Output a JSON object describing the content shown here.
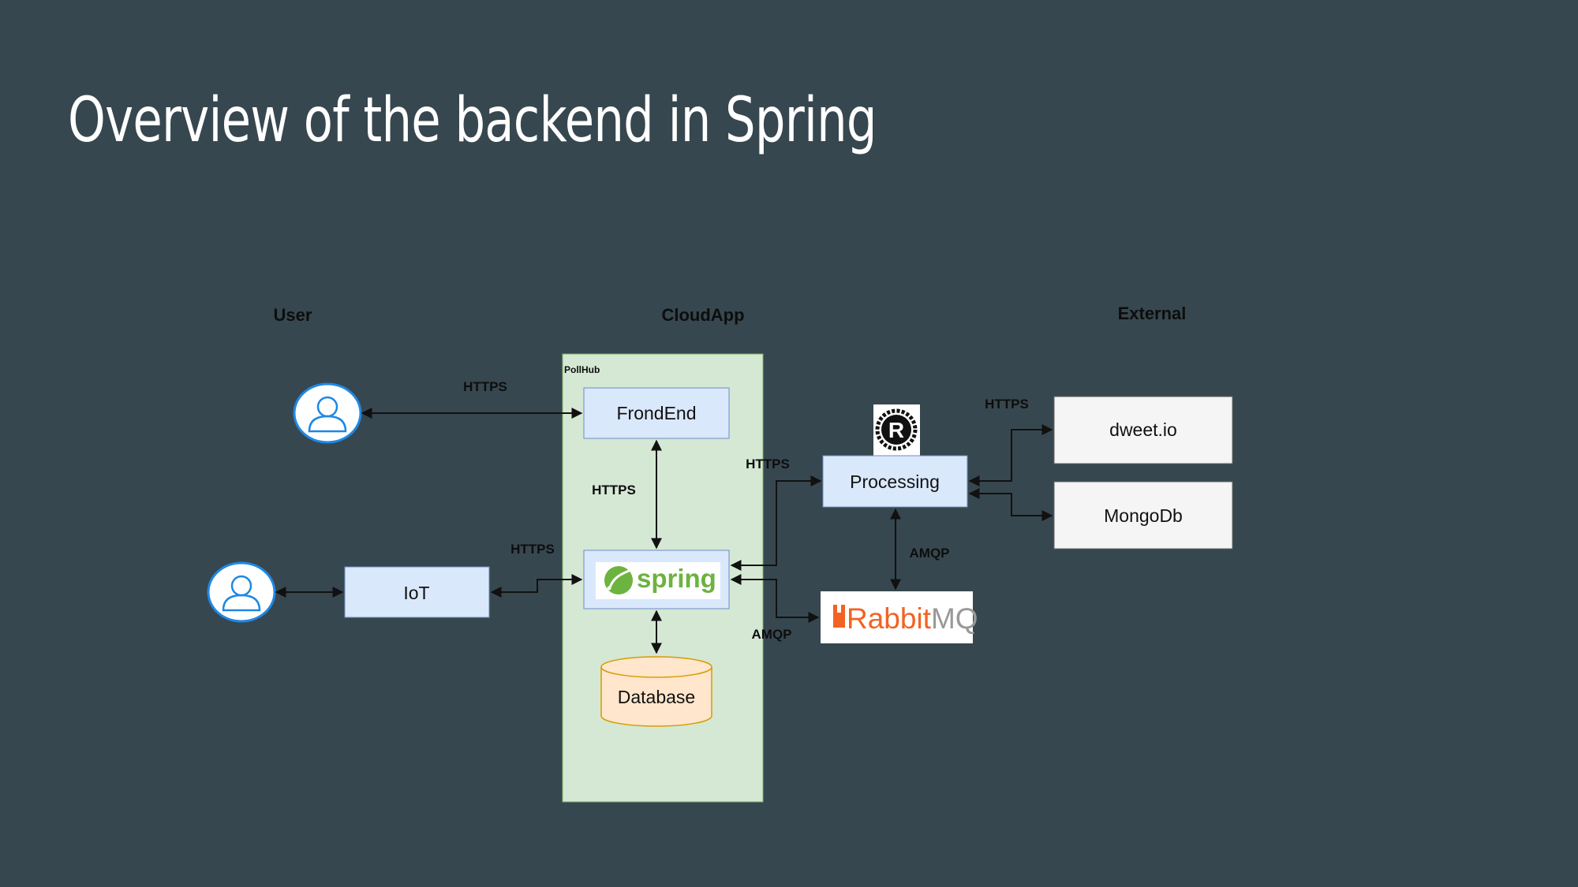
{
  "slide": {
    "title": "Overview of the backend in Spring"
  },
  "columns": {
    "user": "User",
    "cloudapp": "CloudApp",
    "external": "External"
  },
  "container": {
    "label": "PollHub"
  },
  "nodes": {
    "frontend": "FrondEnd",
    "iot": "IoT",
    "database": "Database",
    "processing": "Processing",
    "dweet": "dweet.io",
    "mongodb": "MongoDb"
  },
  "logos": {
    "spring": "spring",
    "rabbit": "Rabbit",
    "mq": "MQ",
    "rust": "R"
  },
  "edges": {
    "user_frontend": "HTTPS",
    "frontend_spring": "HTTPS",
    "iot_spring": "HTTPS",
    "spring_processing": "HTTPS",
    "processing_external": "HTTPS",
    "processing_rabbit": "AMQP",
    "spring_rabbit": "AMQP"
  },
  "colors": {
    "background": "#37474f",
    "container_fill": "#d5e8d4",
    "node_fill": "#dae8fc",
    "external_fill": "#f5f5f5",
    "database_fill": "#ffe6cc",
    "spring_green": "#6db33f",
    "rabbitmq_orange": "#f26322"
  }
}
